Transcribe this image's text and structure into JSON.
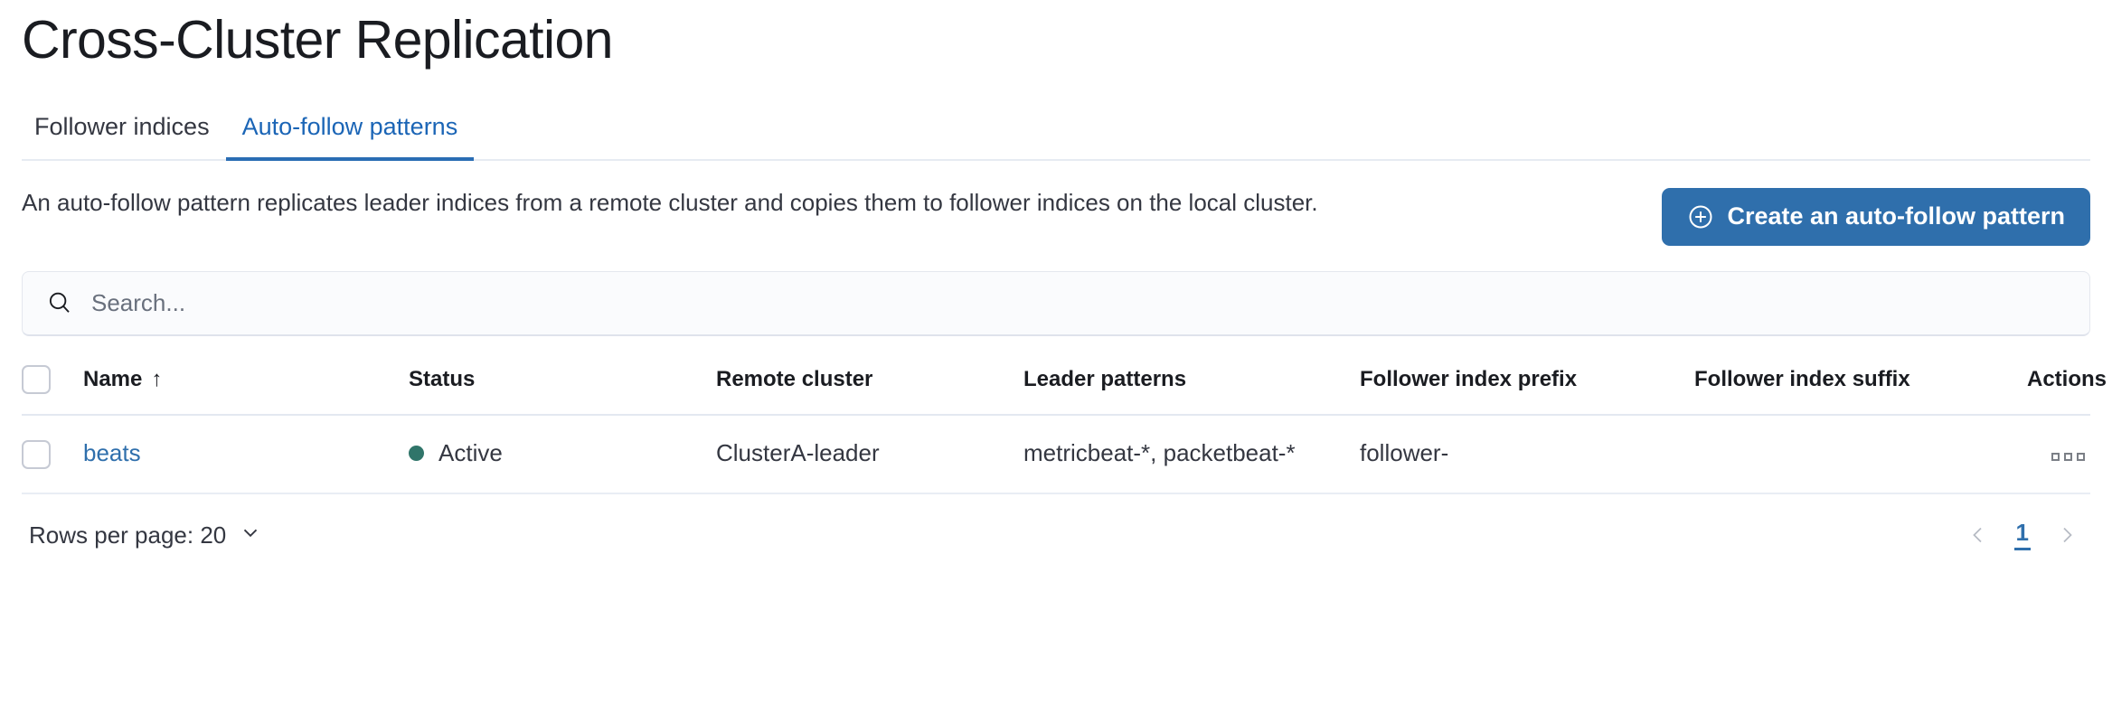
{
  "header": {
    "title": "Cross-Cluster Replication"
  },
  "tabs": [
    {
      "label": "Follower indices",
      "active": false
    },
    {
      "label": "Auto-follow patterns",
      "active": true
    }
  ],
  "intro": {
    "description": "An auto-follow pattern replicates leader indices from a remote cluster and copies them to follower indices on the local cluster.",
    "create_button_label": "Create an auto-follow pattern",
    "create_button_icon": "plus-in-circle-icon"
  },
  "search": {
    "placeholder": "Search...",
    "value": "",
    "icon": "search-icon"
  },
  "table": {
    "columns": [
      {
        "key": "name",
        "label": "Name",
        "sorted": "asc",
        "sort_icon": "arrow-up-icon"
      },
      {
        "key": "status",
        "label": "Status"
      },
      {
        "key": "remote_cluster",
        "label": "Remote cluster"
      },
      {
        "key": "leader_patterns",
        "label": "Leader patterns"
      },
      {
        "key": "follower_index_prefix",
        "label": "Follower index prefix"
      },
      {
        "key": "follower_index_suffix",
        "label": "Follower index suffix"
      },
      {
        "key": "actions",
        "label": "Actions"
      }
    ],
    "rows": [
      {
        "name": "beats",
        "status": "Active",
        "status_color": "#30756a",
        "remote_cluster": "ClusterA-leader",
        "leader_patterns": "metricbeat-*, packetbeat-*",
        "follower_index_prefix": "follower-",
        "follower_index_suffix": "",
        "actions_icon": "more-actions-icon"
      }
    ]
  },
  "footer": {
    "rows_per_page_label": "Rows per page: 20",
    "rows_per_page_icon": "chevron-down-icon",
    "pagination": {
      "previous_icon": "chevron-left-icon",
      "next_icon": "chevron-right-icon",
      "current_page": "1"
    }
  },
  "colors": {
    "accent_blue": "#2f6fac",
    "link_blue": "#2f6fac",
    "status_green": "#30756a",
    "text": "#343741"
  }
}
